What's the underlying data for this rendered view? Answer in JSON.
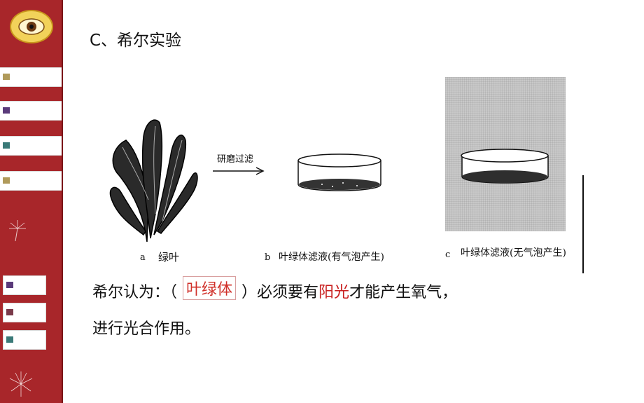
{
  "title": "C、希尔实验",
  "sidebar": {
    "tabs_top": [
      {
        "color": "#b09a5a"
      },
      {
        "color": "#5a3a7a"
      },
      {
        "color": "#3a7a78"
      },
      {
        "color": "#b09a5a"
      }
    ],
    "tabs_bottom": [
      {
        "color": "#5a3a7a"
      },
      {
        "color": "#7a3a4a"
      },
      {
        "color": "#3a7a78"
      }
    ]
  },
  "figure": {
    "arrow_label": "研磨过滤",
    "caption_a_letter": "a",
    "caption_a": "绿叶",
    "caption_b_letter": "b",
    "caption_b": "叶绿体滤液(有气泡产生)",
    "caption_c_letter": "c",
    "caption_c": "叶绿体滤液(无气泡产生)"
  },
  "statement": {
    "prefix": "希尔认为：（",
    "answer": "叶绿体",
    "middle": "）必须要有",
    "emphasis": "阳光",
    "suffix": "才能产生氧气，",
    "line2": "进行光合作用。"
  },
  "colors": {
    "sidebar": "#a8262a",
    "answer": "#d0302a",
    "emphasis": "#c81e1e"
  }
}
